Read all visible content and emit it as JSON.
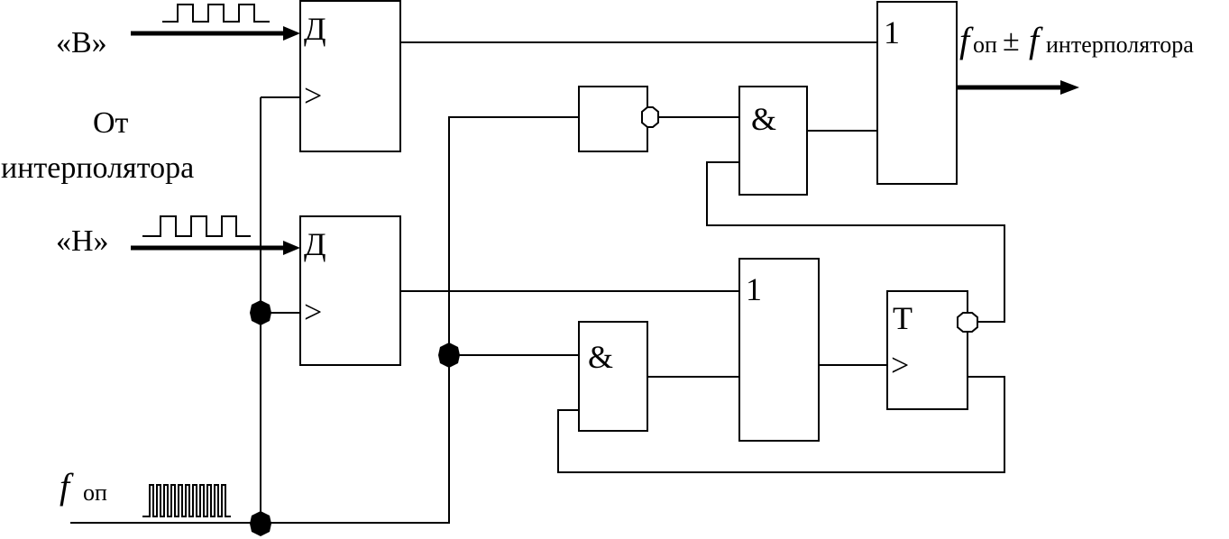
{
  "inputs": {
    "upper": "«В»",
    "lower": "«Н»",
    "source_line1": "От",
    "source_line2": "интерполятора",
    "ref_f": "f",
    "ref_sub": "оп"
  },
  "blocks": {
    "d_trigger_upper": {
      "d_label": "Д",
      "clk_label": ">"
    },
    "d_trigger_lower": {
      "d_label": "Д",
      "clk_label": ">"
    },
    "inverter": {
      "label": ""
    },
    "and_upper": {
      "label": "&"
    },
    "and_lower": {
      "label": "&"
    },
    "or_output": {
      "label": "1"
    },
    "or_middle": {
      "label": "1"
    },
    "t_trigger": {
      "t_label": "T",
      "clk_label": ">"
    }
  },
  "output": {
    "f1": "f",
    "sub1": "оп",
    "op": "±",
    "f2": "f",
    "sub2": "интерполятора"
  },
  "colors": {
    "ink": "#000000",
    "background": "#ffffff"
  }
}
